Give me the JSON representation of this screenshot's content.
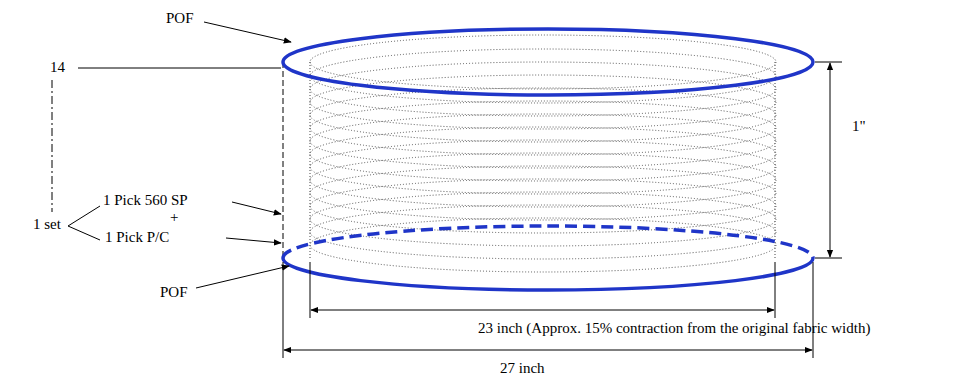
{
  "diagram": {
    "labels": [
      "POF",
      "14",
      "1 set",
      "1 Pick 560 SP",
      "+",
      "1 Pick P/C",
      "POF",
      "1\"",
      "23 inch (Approx. 15% contraction from the original fabric width)",
      "27 inch"
    ]
  }
}
